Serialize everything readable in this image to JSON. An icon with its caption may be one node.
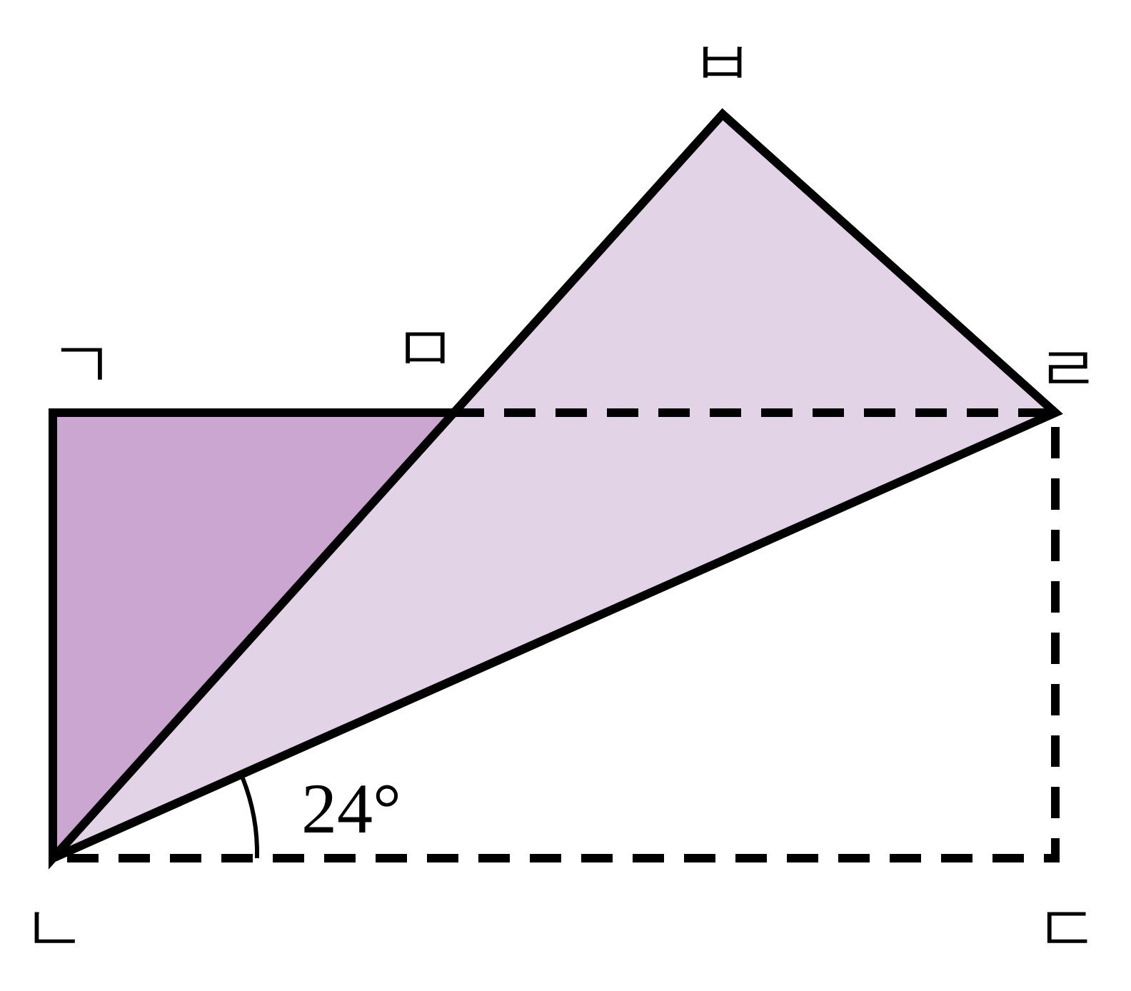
{
  "diagram": {
    "labels": [
      "ㅂ",
      "ㄱ",
      "ㅁ",
      "ㄹ",
      "24°",
      "ㄴ",
      "ㄷ"
    ]
  }
}
